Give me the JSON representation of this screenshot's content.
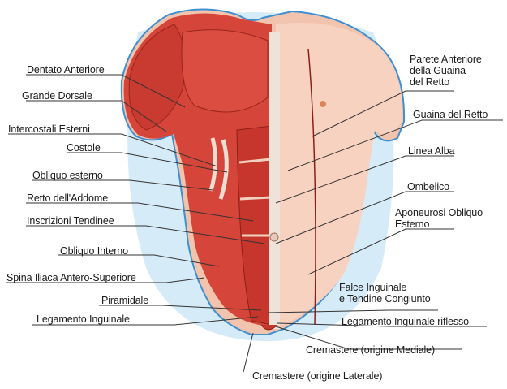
{
  "diagram": {
    "colors": {
      "background": "#ffffff",
      "halo": "#cfe6f5",
      "outline": "#3f8fd3",
      "muscle": "#d8473a",
      "muscle_dark": "#a8281f",
      "skin": "#f6c7b0",
      "fascia": "#efe4dc",
      "leader": "#333333"
    },
    "labels_left": [
      "Dentato Anteriore",
      "Grande Dorsale",
      "Intercostali Esterni",
      "Costole",
      "Obliquo esterno",
      "Retto dell'Addome",
      "Inscrizioni Tendinee",
      "Obliquo Interno",
      "Spina Iliaca Antero-Superiore",
      "Piramidale",
      "Legamento Inguinale"
    ],
    "labels_right": [
      "Parete Anteriore\ndella Guaina\ndel Retto",
      "Guaina del Retto",
      "Linea Alba",
      "Ombelico",
      "Aponeurosi Obliquo\nEsterno",
      "Falce Inguinale\ne Tendine Congiunto",
      "Legamento Inguinale riflesso",
      "Cremastere (origine Mediale)",
      "Cremastere (origine Laterale)"
    ]
  }
}
